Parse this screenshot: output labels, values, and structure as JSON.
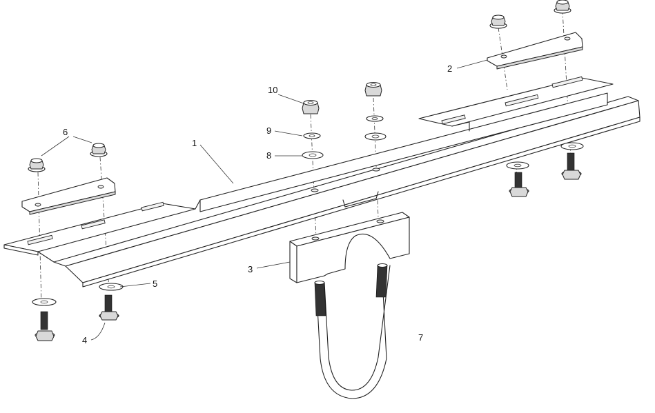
{
  "diagram": {
    "callouts": [
      {
        "id": "c1",
        "label": "1"
      },
      {
        "id": "c2",
        "label": "2"
      },
      {
        "id": "c3",
        "label": "3"
      },
      {
        "id": "c4",
        "label": "4"
      },
      {
        "id": "c5",
        "label": "5"
      },
      {
        "id": "c6",
        "label": "6"
      },
      {
        "id": "c7",
        "label": "7"
      },
      {
        "id": "c8",
        "label": "8"
      },
      {
        "id": "c9",
        "label": "9"
      },
      {
        "id": "c10",
        "label": "10"
      }
    ],
    "colors": {
      "line": "#222222",
      "shade": "#d9d9d9",
      "background": "#ffffff"
    }
  }
}
